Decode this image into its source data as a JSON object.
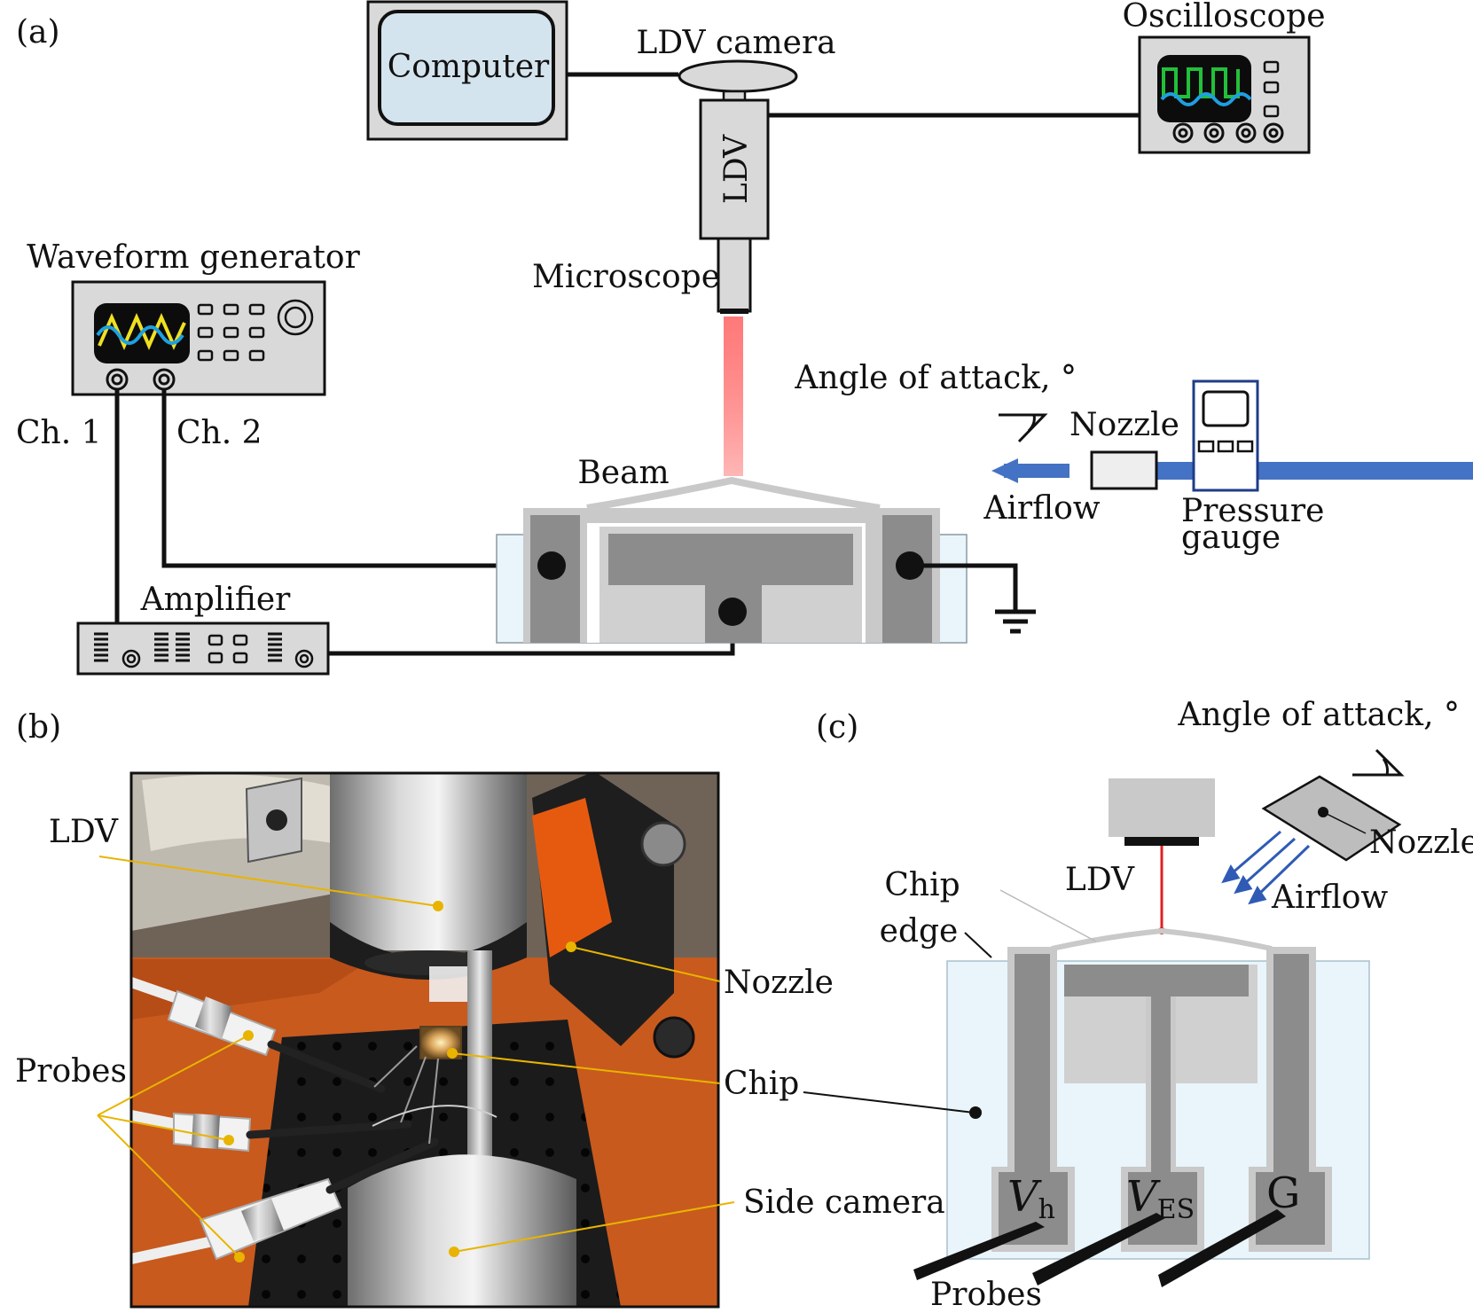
{
  "panels": {
    "a": "(a)",
    "b": "(b)",
    "c": "(c)"
  },
  "panel_a": {
    "computer": "Computer",
    "ldv_camera": "LDV camera",
    "ldv": "LDV",
    "oscilloscope": "Oscilloscope",
    "microscope": "Microscope",
    "waveform_generator": "Waveform generator",
    "ch1": "Ch. 1",
    "ch2": "Ch. 2",
    "amplifier": "Amplifier",
    "beam": "Beam",
    "angle_of_attack": "Angle of attack, °",
    "nozzle": "Nozzle",
    "airflow": "Airflow",
    "pressure_gauge_line1": "Pressure",
    "pressure_gauge_line2": "gauge"
  },
  "panel_b": {
    "ldv": "LDV",
    "probes": "Probes",
    "nozzle": "Nozzle",
    "chip": "Chip",
    "side_camera": "Side camera"
  },
  "panel_c": {
    "angle_of_attack": "Angle of attack, °",
    "ldv": "LDV",
    "nozzle": "Nozzle",
    "airflow": "Airflow",
    "chip_edge_line1": "Chip",
    "chip_edge_line2": "edge",
    "chip": "Chip",
    "vh_main": "V",
    "vh_sub": "h",
    "ves_main": "V",
    "ves_sub": "ES",
    "g": "G",
    "probes": "Probes"
  },
  "colors": {
    "airflow_arrow": "#4472c4",
    "pressure_gauge_border": "#1f3c88",
    "laser": "#e02020",
    "leader_line": "#e8b400",
    "computer_screen": "#d4e4ee",
    "substrate": "#e9f5fb"
  }
}
